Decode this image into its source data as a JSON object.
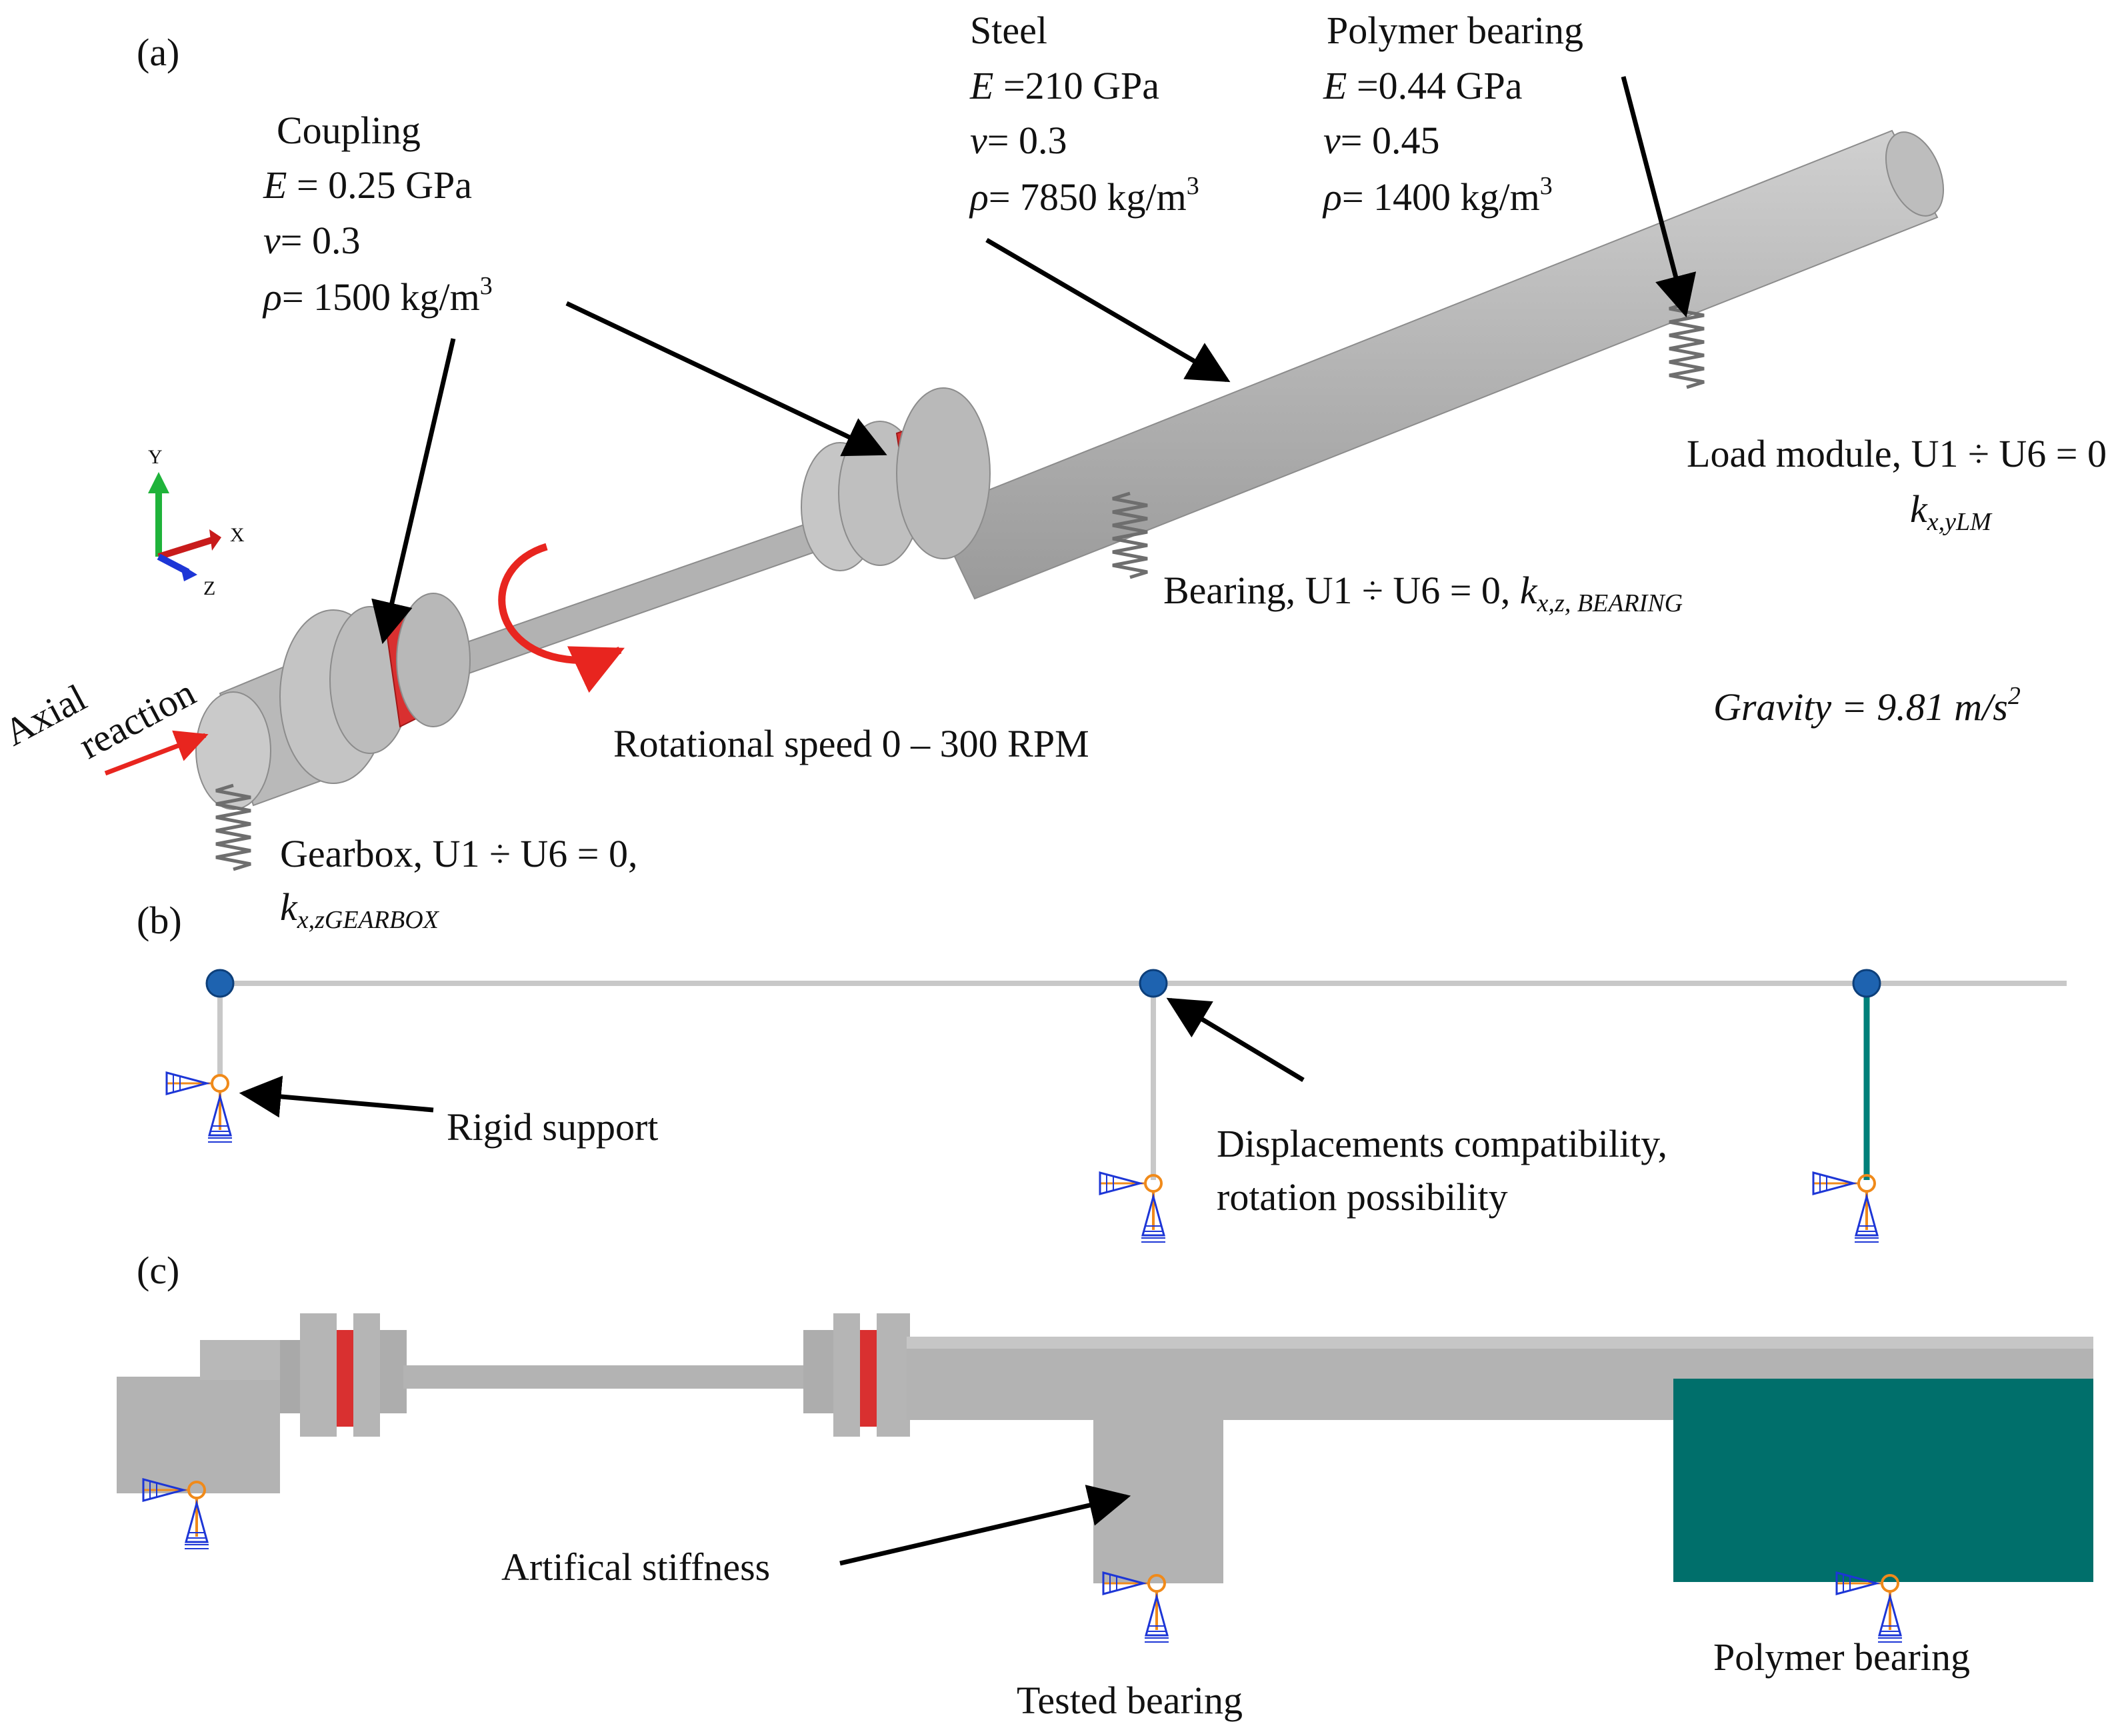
{
  "panels": {
    "a": "(a)",
    "b": "(b)",
    "c": "(c)"
  },
  "panel_a": {
    "coupling": {
      "title": "Coupling",
      "E_sym": "E",
      "E_val": " = 0.25 GPa",
      "nu_sym": "ν",
      "nu_val": "= 0.3",
      "rho_sym": "ρ",
      "rho_val": "= 1500 kg/m",
      "rho_sup": "3"
    },
    "steel": {
      "title": "Steel",
      "E_sym": "E",
      "E_val": " =210 GPa",
      "nu_sym": "ν",
      "nu_val": "= 0.3",
      "rho_sym": "ρ",
      "rho_val": "= 7850 kg/m",
      "rho_sup": "3"
    },
    "polymer": {
      "title": "Polymer bearing",
      "E_sym": "E",
      "E_val": " =0.44 GPa",
      "nu_sym": "ν",
      "nu_val": "= 0.45",
      "rho_sym": "ρ",
      "rho_val": "= 1400 kg/m",
      "rho_sup": "3"
    },
    "load_module": {
      "text": "Load module, U1 ÷ U6 = 0",
      "k": "k",
      "k_sub": "x,yLM"
    },
    "bearing": {
      "text": "Bearing, U1 ÷ U6 = 0, ",
      "k": "k",
      "k_sub": "x,z, BEARING"
    },
    "gravity": {
      "text": "Gravity = 9.81 m/s",
      "sup": "2"
    },
    "rotational_speed": "Rotational speed 0 – 300 RPM",
    "axial_reaction": {
      "line1": "Axial",
      "line2": "reaction"
    },
    "gearbox": {
      "text": "Gearbox, U1 ÷ U6 = 0,",
      "k": "k",
      "k_sub": "x,zGEARBOX"
    },
    "triad": {
      "x": "X",
      "y": "Y",
      "z": "Z"
    }
  },
  "panel_b": {
    "rigid_support": "Rigid support",
    "displacements_line1": "Displacements compatibility,",
    "displacements_line2": "rotation possibility"
  },
  "panel_c": {
    "artificial_stiffness": "Artifical stiffness",
    "tested_bearing": "Tested bearing",
    "polymer_bearing": "Polymer bearing"
  },
  "colors": {
    "shaft_gray": "#b8b8b8",
    "coupling_red": "#d93030",
    "arrow_red": "#e8251f",
    "node_blue": "#1e63b0",
    "teal": "#006f6b",
    "bc_orange": "#f08a1a",
    "bc_blue": "#1d36d6"
  }
}
